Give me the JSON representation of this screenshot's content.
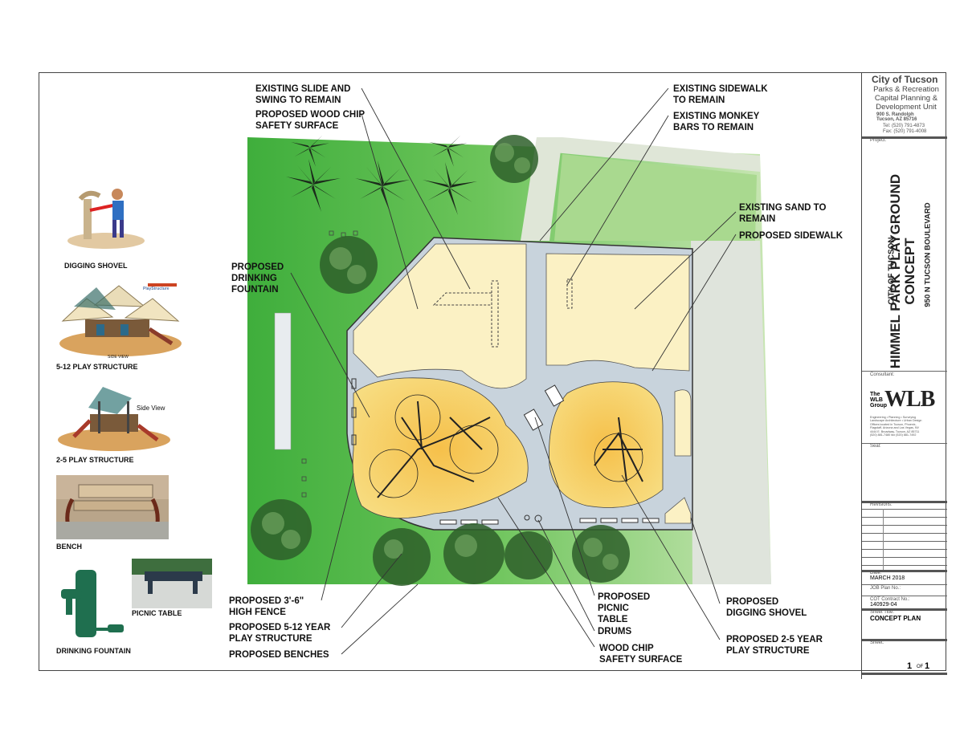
{
  "callouts": {
    "existing_slide_swing": [
      "EXISTING SLIDE AND",
      "SWING TO REMAIN"
    ],
    "proposed_wood_chip_top": [
      "PROPOSED WOOD CHIP",
      "SAFETY SURFACE"
    ],
    "existing_sidewalk": [
      "EXISTING SIDEWALK",
      "TO REMAIN"
    ],
    "existing_monkey_bars": [
      "EXISTING MONKEY",
      "BARS TO REMAIN"
    ],
    "existing_sand": [
      "EXISTING SAND TO",
      "REMAIN"
    ],
    "proposed_sidewalk": [
      "PROPOSED SIDEWALK"
    ],
    "proposed_drinking_fountain": [
      "PROPOSED",
      "DRINKING",
      "FOUNTAIN"
    ],
    "proposed_fence": [
      "PROPOSED 3'-6\"",
      "HIGH FENCE"
    ],
    "proposed_5_12": [
      "PROPOSED 5-12 YEAR",
      "PLAY STRUCTURE"
    ],
    "proposed_benches": [
      "PROPOSED BENCHES"
    ],
    "proposed_picnic_table": [
      "PROPOSED",
      "PICNIC",
      "TABLE"
    ],
    "drums": [
      "DRUMS"
    ],
    "wood_chip_bottom": [
      "WOOD CHIP",
      "SAFETY SURFACE"
    ],
    "proposed_digging_shovel": [
      "PROPOSED",
      "DIGGING SHOVEL"
    ],
    "proposed_2_5": [
      "PROPOSED 2-5 YEAR",
      "PLAY STRUCTURE"
    ]
  },
  "legend": {
    "digging_shovel": "DIGGING SHOVEL",
    "play_5_12": "5-12 PLAY STRUCTURE",
    "play_5_12_view": "SIDE VIEW",
    "play_2_5": "2-5 PLAY STRUCTURE",
    "play_2_5_view": "Side View",
    "bench": "BENCH",
    "picnic_table": "PICNIC TABLE",
    "drinking_fountain": "DRINKING FOUNTAIN"
  },
  "title_block": {
    "org": "City of Tucson",
    "dept": [
      "Parks & Recreation",
      "Capital Planning &",
      "Development Unit"
    ],
    "address": [
      "900 S. Randolph",
      "Tucson, AZ 85716"
    ],
    "tel": "Tel: (520) 791-4873",
    "fax": "Fax: (520) 791-4008",
    "project_label": "Project:",
    "project_city": "CITY OF TUCSON",
    "project_name": [
      "HIMMEL PARK PLAYGROUND",
      "CONCEPT"
    ],
    "project_address": "950 N TUCSON BOULEVARD",
    "consultant_label": "Consultant:",
    "firm_small": [
      "The",
      "WLB",
      "Group"
    ],
    "firm_big": "WLB",
    "firm_desc": [
      "Engineering • Planning • Surveying",
      "Landscape Architecture • Urban Design",
      "Offices located in Tucson, Phoenix,",
      "Flagstaff, Arizona and Las Vegas, NV",
      "4444 E. Broadway, Tucson, AZ 85711",
      "(520) 881-7480 fax (520) 881-7492"
    ],
    "seal_label": "Seal:",
    "revisions_label": "Revisions:",
    "date_label": "Date:",
    "date": "MARCH 2018",
    "job_label": "JOB Plan No.:",
    "contract_label": "COT Contract No.:",
    "contract": "140929-04",
    "sheet_title_label": "Sheet Title:",
    "sheet_title": "CONCEPT PLAN",
    "sheet_label": "Sheet:",
    "sheet_num": "1",
    "sheet_of": "OF",
    "sheet_total": "1"
  }
}
